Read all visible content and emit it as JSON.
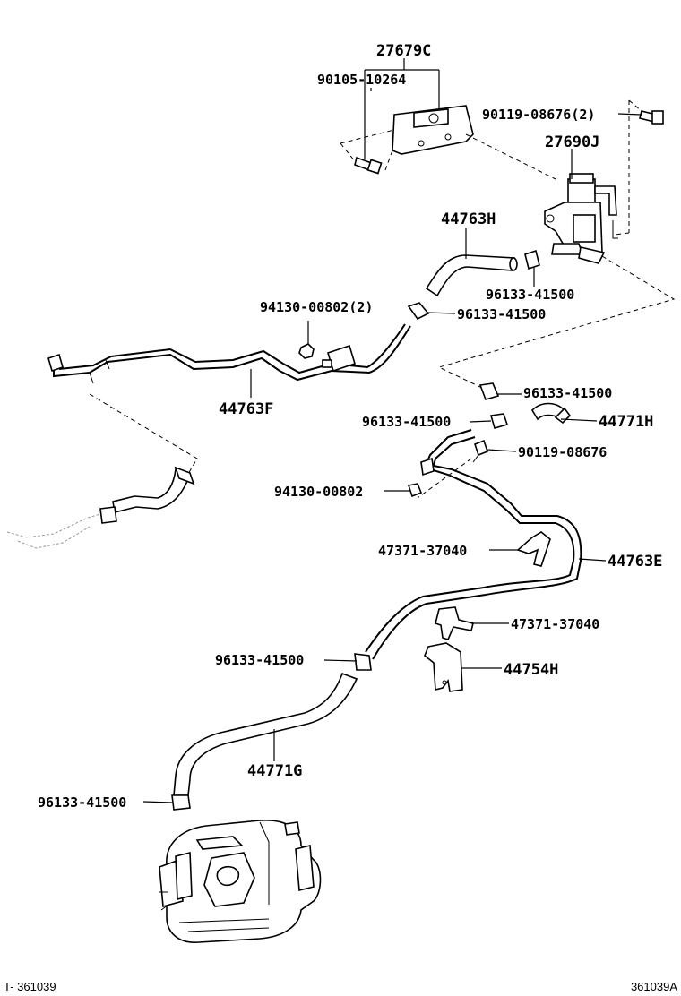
{
  "parts": {
    "bracket_27679C": "27679C",
    "bolt_90105_10264": "90105-10264",
    "screw_90119_08676_2": "90119-08676(2)",
    "vsv_27690J": "27690J",
    "hose_44763H": "44763H",
    "clip_96133_41500_a": "96133-41500",
    "nut_94130_00802_2": "94130-00802(2)",
    "clip_96133_41500_b": "96133-41500",
    "pipe_44763F": "44763F",
    "clip_96133_41500_c": "96133-41500",
    "clip_96133_41500_d": "96133-41500",
    "hose_44771H": "44771H",
    "screw_90119_08676": "90119-08676",
    "nut_94130_00802": "94130-00802",
    "clamp_47371_37040_a": "47371-37040",
    "pipe_44763E": "44763E",
    "clamp_47371_37040_b": "47371-37040",
    "clip_96133_41500_e": "96133-41500",
    "bracket_44754H": "44754H",
    "hose_44771G": "44771G",
    "clip_96133_41500_f": "96133-41500"
  },
  "footer": {
    "left": "T- 361039",
    "right": "361039A"
  }
}
